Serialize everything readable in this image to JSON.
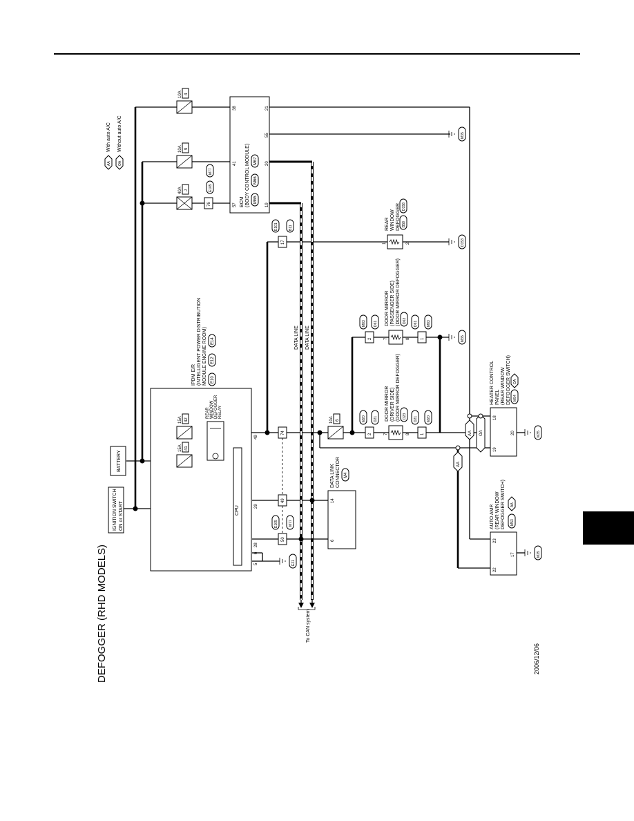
{
  "title": "DEFOGGER (RHD MODELS)",
  "date": "2006/12/06",
  "legend": {
    "aa": "With auto A/C",
    "oa": "Without auto A/C"
  },
  "battery": "BATTERY",
  "ignition": [
    "IGNITION SWITCH",
    "ON or START"
  ],
  "ipdm": {
    "title": [
      "IPDM E/R",
      "(INTELLIGENT POWER DISTRIBUTION",
      "MODULE ENGINE ROOM)"
    ],
    "connectors": [
      "E10",
      "E12",
      "E14"
    ],
    "cpu": "CPU",
    "relay": [
      "REAR",
      "WINDOW",
      "DEFOGGER",
      "RELAY"
    ],
    "fuse_a": {
      "amp": "15A",
      "num": "41"
    },
    "fuse_b": {
      "amp": "15A",
      "num": "42"
    },
    "pins": [
      "5",
      "6",
      "28",
      "29",
      "49"
    ]
  },
  "bcm": {
    "title": [
      "BCM",
      "(BODY CONTROL MODULE)"
    ],
    "connectors": [
      "M65",
      "M66",
      "M67"
    ],
    "pins_left": [
      "38",
      "41",
      "57"
    ],
    "pins_right": [
      "21",
      "55",
      "20",
      "19"
    ]
  },
  "fuses_top": [
    {
      "amp": "10A",
      "num": "4"
    },
    {
      "amp": "10A",
      "num": "9"
    },
    {
      "amp": "40A",
      "num": "J"
    }
  ],
  "fuse_mid": {
    "amp": "10A",
    "num": "6"
  },
  "joints": {
    "j76": "76",
    "j76_conn": [
      "E105",
      "M77"
    ],
    "j17": "17",
    "j17_conn": [
      "E101",
      "B11"
    ],
    "j74": "74",
    "j49": "49",
    "j50": "50",
    "j50_conn": [
      "E105",
      "M77"
    ]
  },
  "data_line": "DATA LINE",
  "to_can": "To CAN system",
  "dlc": {
    "title": [
      "DATA LINK",
      "CONNECTOR"
    ],
    "conn": "M4",
    "pin_a": "14",
    "pin_b": "6"
  },
  "rear_defogger": {
    "title": [
      "REAR",
      "WINDOW",
      "DEFOGGER"
    ],
    "conn": [
      "B58",
      "D158"
    ],
    "pin_a": "1",
    "pin_b": "2",
    "ground": "D153"
  },
  "mirror_pass": {
    "title": [
      "DOOR MIRROR",
      "(PASSENGER SIDE)",
      "(DOOR MIRROR DEFOGGER)"
    ],
    "conn": "D63",
    "conn_in": [
      "M83",
      "D61"
    ],
    "conn_out": [
      "D61",
      "M83"
    ],
    "pin_in": "2",
    "pin_out": "1",
    "pin_a": "7",
    "pin_b": "8"
  },
  "mirror_driver": {
    "title": [
      "DOOR MIRROR",
      "(DRIVER SIDE)",
      "(DOOR MIRROR DEFOGGER)"
    ],
    "conn": "D23",
    "conn_in": [
      "M20",
      "D21"
    ],
    "conn_out": [
      "D21",
      "M20"
    ],
    "pin_in": "2",
    "pin_out": "1",
    "pin_a": "7",
    "pin_b": "8"
  },
  "grounds": {
    "g1": "M35",
    "g2": "M35",
    "g3": "E21",
    "g4": "M35",
    "g5": "M35"
  },
  "heater_panel": {
    "title": [
      "HEATER CONTROL",
      "PANEL",
      "(REAR WINDOW",
      "DEFOGGER SWITCH)"
    ],
    "conn": "M54",
    "pins": [
      "18",
      "19",
      "20"
    ]
  },
  "auto_amp": {
    "title": [
      "AUTO AMP.",
      "(REAR WINDOW",
      "DEFOGGER SWITCH)"
    ],
    "conn": "M53",
    "pins": [
      "23",
      "22",
      "17"
    ]
  },
  "tags": {
    "aa": "AA",
    "oa": "OA"
  }
}
